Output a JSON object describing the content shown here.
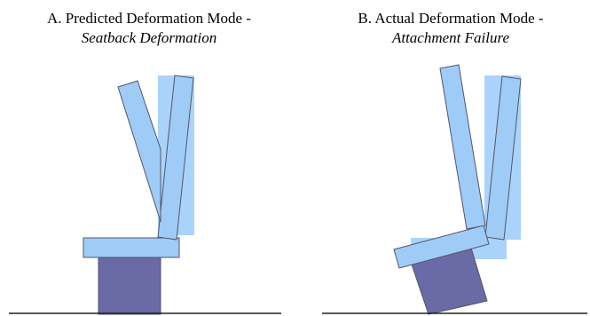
{
  "panel_a": {
    "heading": "A.  Predicted Deformation Mode -",
    "subheading": "Seatback Deformation"
  },
  "panel_b": {
    "heading": "B. Actual Deformation Mode -",
    "subheading": "Attachment Failure"
  },
  "colors": {
    "seat_light": "#9fcbf7",
    "seat_ghost": "#a9d3fb",
    "pedestal": "#6a6aa6",
    "outline": "#555566",
    "ground": "#222222"
  }
}
